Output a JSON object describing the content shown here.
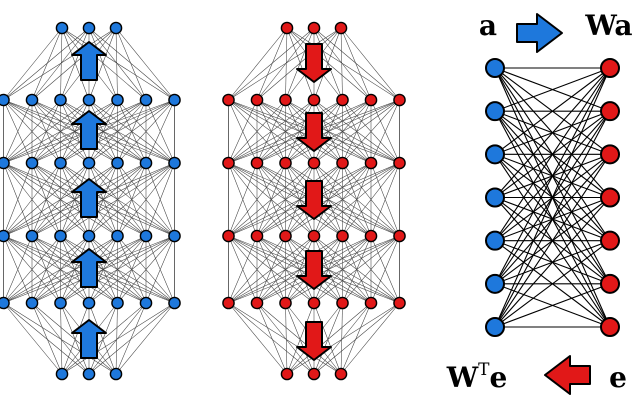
{
  "colors": {
    "forward": "#1e78dc",
    "backward": "#e11818",
    "edge": "#000000",
    "outline": "#000000"
  },
  "forward_network": {
    "layer_node_counts": [
      3,
      7,
      7,
      7,
      7,
      3
    ],
    "arrow_direction": "up",
    "arrow_icon": "up-arrow-icon"
  },
  "backward_network": {
    "layer_node_counts": [
      3,
      7,
      7,
      7,
      7,
      3
    ],
    "arrow_direction": "down",
    "arrow_icon": "down-arrow-icon"
  },
  "bipartite": {
    "left_nodes": 7,
    "right_nodes": 7,
    "left_color": "forward",
    "right_color": "backward"
  },
  "labels": {
    "input_vector": "a",
    "forward_product": "Wa",
    "transpose_base": "W",
    "transpose_sup": "T",
    "transpose_vec": "e",
    "error_vector": "e"
  }
}
